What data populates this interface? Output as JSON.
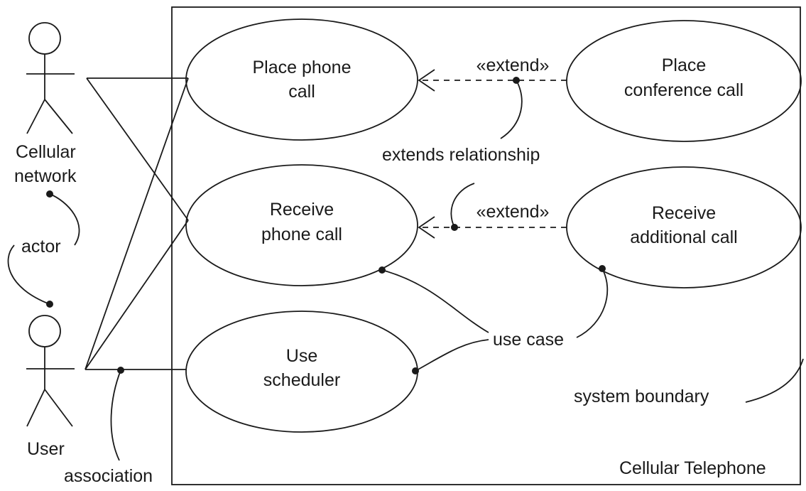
{
  "system": {
    "boundary_name": "Cellular Telephone"
  },
  "actors": {
    "cellular_network": [
      "Cellular",
      "network"
    ],
    "user": "User"
  },
  "use_cases": {
    "place_phone_call": [
      "Place phone",
      "call"
    ],
    "receive_phone_call": [
      "Receive",
      "phone call"
    ],
    "use_scheduler": [
      "Use",
      "scheduler"
    ],
    "place_conference_call": [
      "Place",
      "conference call"
    ],
    "receive_additional_call": [
      "Receive",
      "additional call"
    ]
  },
  "stereotypes": {
    "extend_top": "«extend»",
    "extend_bottom": "«extend»"
  },
  "annotations": {
    "extends_relationship": "extends relationship",
    "actor": "actor",
    "use_case": "use case",
    "system_boundary": "system boundary",
    "association": "association"
  }
}
